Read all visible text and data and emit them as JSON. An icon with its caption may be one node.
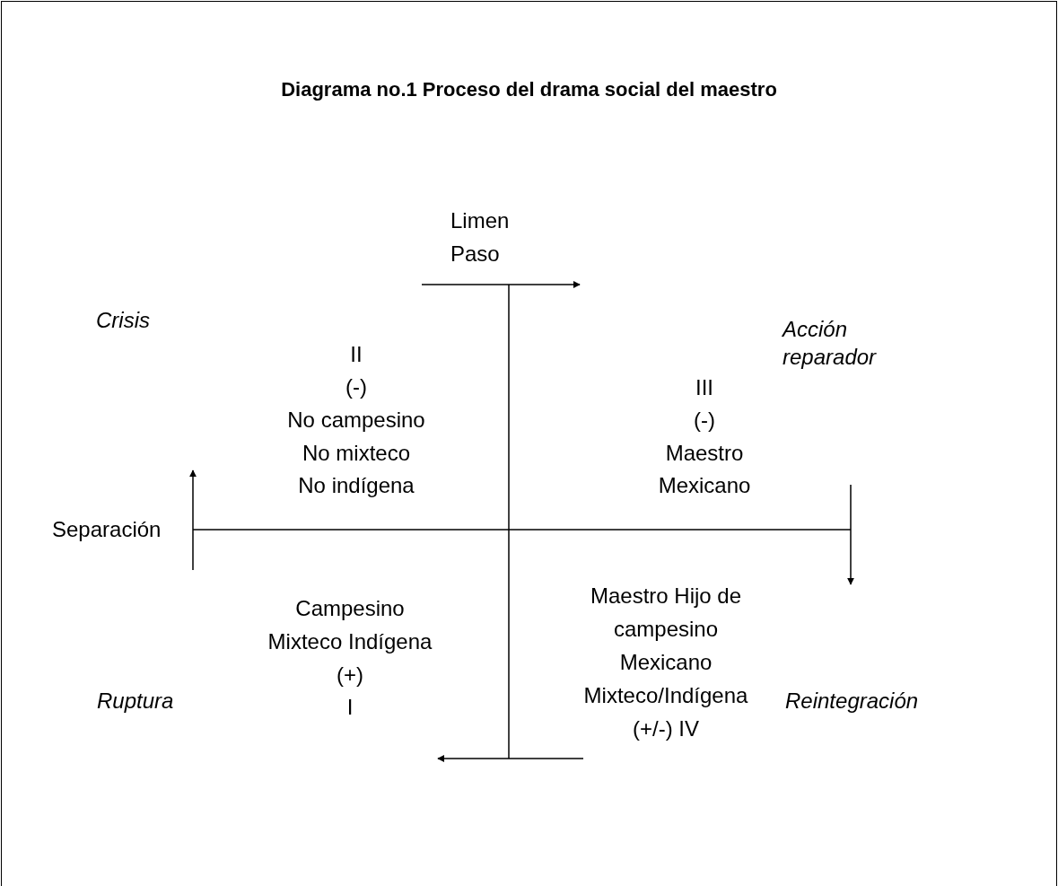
{
  "diagram": {
    "title": "Diagrama no.1 Proceso del drama social del maestro",
    "labels": [
      "Limen",
      "Paso",
      "Crisis",
      "Acción",
      "reparador",
      "II",
      "(-)",
      "No campesino",
      "No mixteco",
      "No indígena",
      "III",
      "(-)",
      "Maestro",
      "Mexicano",
      "Separación",
      "Campesino",
      "Mixteco Indígena",
      "(+)",
      "I",
      "Maestro Hijo de",
      "campesino",
      "Mexicano",
      "Mixteco/Indígena",
      "(+/-) IV",
      "Ruptura",
      "Reintegración"
    ]
  }
}
